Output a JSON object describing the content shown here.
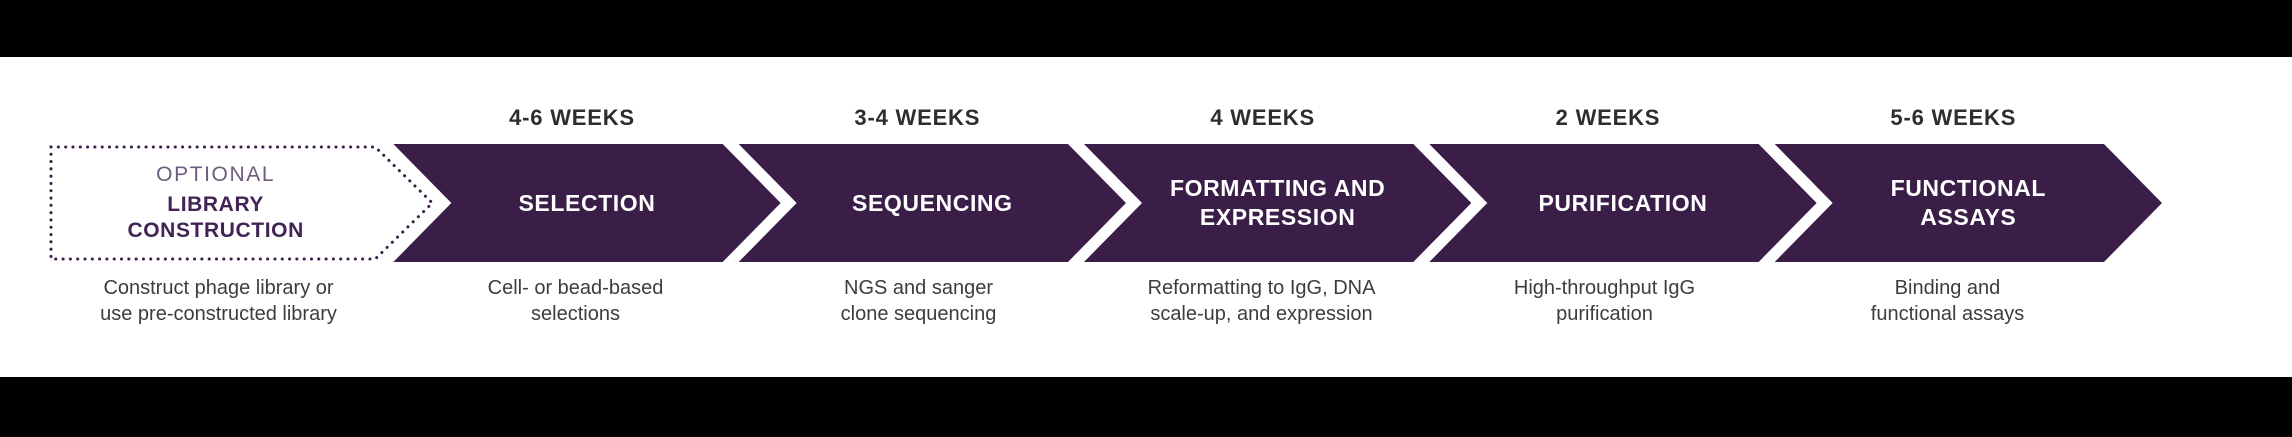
{
  "colors": {
    "arrow_purple": "#3A1E48",
    "optional_kicker": "#6E5C7C",
    "optional_title": "#422355",
    "week_label": "#2D2D2D",
    "description": "#3D3D3D",
    "band_background": "#FFFFFF",
    "frame_background": "#000000"
  },
  "stages": [
    {
      "kicker": "OPTIONAL",
      "title_lines": [
        "LIBRARY",
        "CONSTRUCTION"
      ],
      "week": "",
      "desc_lines": [
        "Construct phage library or",
        "use pre-constructed library"
      ]
    },
    {
      "week": "4-6 WEEKS",
      "title_lines": [
        "SELECTION"
      ],
      "desc_lines": [
        "Cell- or bead-based",
        "selections"
      ]
    },
    {
      "week": "3-4 WEEKS",
      "title_lines": [
        "SEQUENCING"
      ],
      "desc_lines": [
        "NGS and sanger",
        "clone sequencing"
      ]
    },
    {
      "week": "4 WEEKS",
      "title_lines": [
        "FORMATTING AND",
        "EXPRESSION"
      ],
      "desc_lines": [
        "Reformatting to IgG, DNA",
        "scale-up, and expression"
      ]
    },
    {
      "week": "2 WEEKS",
      "title_lines": [
        "PURIFICATION"
      ],
      "desc_lines": [
        "High-throughput IgG",
        "purification"
      ]
    },
    {
      "week": "5-6 WEEKS",
      "title_lines": [
        "FUNCTIONAL",
        "ASSAYS"
      ],
      "desc_lines": [
        "Binding and",
        "functional assays"
      ]
    }
  ]
}
